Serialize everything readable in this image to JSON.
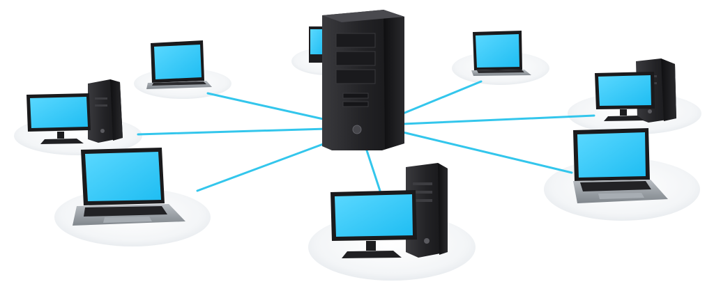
{
  "scene": {
    "title": "",
    "colors": {
      "link": "#33c6ec",
      "screen": "#2ec8f8",
      "screen_highlight": "#5fdcff",
      "case_dark": "#1c1c1e",
      "case_mid": "#2e2e31",
      "case_light": "#47474b",
      "platform": "#f4f6f8",
      "platform_edge": "#e3e7eb",
      "laptop_body": "#9aa0a6",
      "keyboard": "#202022"
    },
    "central_node": "server-tower",
    "nodes": [
      {
        "kind": "tower",
        "label": "back-tower"
      },
      {
        "kind": "laptop",
        "label": "laptop-top-left"
      },
      {
        "kind": "desktop",
        "label": "desktop-left"
      },
      {
        "kind": "laptop",
        "label": "laptop-bottom-left"
      },
      {
        "kind": "desktop",
        "label": "desktop-bottom-center"
      },
      {
        "kind": "laptop",
        "label": "laptop-bottom-right"
      },
      {
        "kind": "desktop",
        "label": "desktop-right"
      },
      {
        "kind": "laptop",
        "label": "laptop-top-right"
      }
    ]
  }
}
